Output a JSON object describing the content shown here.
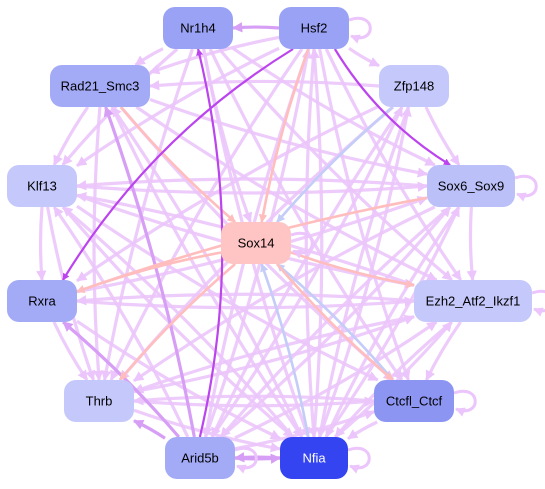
{
  "graph": {
    "nodes": [
      {
        "id": "nr1h4",
        "label": "Nr1h4",
        "color": "#9aa2f5",
        "text_color": "#000000"
      },
      {
        "id": "hsf2",
        "label": "Hsf2",
        "color": "#9aa2f5",
        "text_color": "#000000"
      },
      {
        "id": "rad21",
        "label": "Rad21_Smc3",
        "color": "#a3aaf6",
        "text_color": "#000000"
      },
      {
        "id": "zfp148",
        "label": "Zfp148",
        "color": "#c5c8fa",
        "text_color": "#000000"
      },
      {
        "id": "klf13",
        "label": "Klf13",
        "color": "#c5c8fa",
        "text_color": "#000000"
      },
      {
        "id": "sox6",
        "label": "Sox6_Sox9",
        "color": "#bcc0f9",
        "text_color": "#000000"
      },
      {
        "id": "sox14",
        "label": "Sox14",
        "color": "#ffc4c4",
        "text_color": "#000000"
      },
      {
        "id": "rxra",
        "label": "Rxra",
        "color": "#a3aaf6",
        "text_color": "#000000"
      },
      {
        "id": "ezh2",
        "label": "Ezh2_Atf2_Ikzf1",
        "color": "#c5c8fa",
        "text_color": "#000000"
      },
      {
        "id": "thrb",
        "label": "Thrb",
        "color": "#c5c8fa",
        "text_color": "#000000"
      },
      {
        "id": "ctcfl",
        "label": "Ctcfl_Ctcf",
        "color": "#8d95f3",
        "text_color": "#000000"
      },
      {
        "id": "arid5b",
        "label": "Arid5b",
        "color": "#a3aaf6",
        "text_color": "#000000"
      },
      {
        "id": "nfia",
        "label": "Nfia",
        "color": "#3344f0",
        "text_color": "#ffffff"
      }
    ],
    "edge_colors": {
      "light": "#ebc5fb",
      "medium": "#d79ef5",
      "strong": "#bb44ee",
      "pink": "#ffbdbd",
      "blue": "#c4ccf8"
    },
    "edges": [
      {
        "from": "hsf2",
        "to": "nr1h4",
        "style": "medium"
      },
      {
        "from": "hsf2",
        "to": "zfp148",
        "style": "light"
      },
      {
        "from": "hsf2",
        "to": "sox6",
        "style": "strong"
      },
      {
        "from": "hsf2",
        "to": "rxra",
        "style": "strong"
      },
      {
        "from": "hsf2",
        "to": "rad21",
        "style": "light"
      },
      {
        "from": "hsf2",
        "to": "klf13",
        "style": "light"
      },
      {
        "from": "hsf2",
        "to": "thrb",
        "style": "light"
      },
      {
        "from": "hsf2",
        "to": "arid5b",
        "style": "light"
      },
      {
        "from": "hsf2",
        "to": "nfia",
        "style": "light"
      },
      {
        "from": "hsf2",
        "to": "ctcfl",
        "style": "light"
      },
      {
        "from": "hsf2",
        "to": "ezh2",
        "style": "light"
      },
      {
        "from": "hsf2",
        "to": "sox14",
        "style": "pink"
      },
      {
        "from": "nr1h4",
        "to": "rad21",
        "style": "light"
      },
      {
        "from": "nr1h4",
        "to": "klf13",
        "style": "light"
      },
      {
        "from": "nr1h4",
        "to": "sox6",
        "style": "light"
      },
      {
        "from": "nr1h4",
        "to": "ezh2",
        "style": "light"
      },
      {
        "from": "nr1h4",
        "to": "thrb",
        "style": "light"
      },
      {
        "from": "nr1h4",
        "to": "ctcfl",
        "style": "light"
      },
      {
        "from": "nr1h4",
        "to": "nfia",
        "style": "light"
      },
      {
        "from": "nr1h4",
        "to": "sox14",
        "style": "light"
      },
      {
        "from": "arid5b",
        "to": "nr1h4",
        "style": "strong"
      },
      {
        "from": "arid5b",
        "to": "hsf2",
        "style": "light"
      },
      {
        "from": "arid5b",
        "to": "rxra",
        "style": "medium"
      },
      {
        "from": "arid5b",
        "to": "rad21",
        "style": "medium"
      },
      {
        "from": "arid5b",
        "to": "klf13",
        "style": "light"
      },
      {
        "from": "arid5b",
        "to": "zfp148",
        "style": "light"
      },
      {
        "from": "arid5b",
        "to": "sox6",
        "style": "light"
      },
      {
        "from": "arid5b",
        "to": "ezh2",
        "style": "light"
      },
      {
        "from": "arid5b",
        "to": "thrb",
        "style": "medium"
      },
      {
        "from": "arid5b",
        "to": "ctcfl",
        "style": "light"
      },
      {
        "from": "arid5b",
        "to": "nfia",
        "style": "medium"
      },
      {
        "from": "rad21",
        "to": "sox14",
        "style": "pink"
      },
      {
        "from": "rad21",
        "to": "sox6",
        "style": "light"
      },
      {
        "from": "rad21",
        "to": "ezh2",
        "style": "light"
      },
      {
        "from": "rad21",
        "to": "ctcfl",
        "style": "light"
      },
      {
        "from": "rad21",
        "to": "nfia",
        "style": "light"
      },
      {
        "from": "rad21",
        "to": "klf13",
        "style": "light"
      },
      {
        "from": "rad21",
        "to": "thrb",
        "style": "light"
      },
      {
        "from": "zfp148",
        "to": "rad21",
        "style": "light"
      },
      {
        "from": "zfp148",
        "to": "sox6",
        "style": "light"
      },
      {
        "from": "zfp148",
        "to": "rxra",
        "style": "light"
      },
      {
        "from": "zfp148",
        "to": "thrb",
        "style": "light"
      },
      {
        "from": "zfp148",
        "to": "arid5b",
        "style": "light"
      },
      {
        "from": "zfp148",
        "to": "nfia",
        "style": "light"
      },
      {
        "from": "zfp148",
        "to": "sox14",
        "style": "blue"
      },
      {
        "from": "klf13",
        "to": "sox6",
        "style": "light"
      },
      {
        "from": "klf13",
        "to": "ezh2",
        "style": "light"
      },
      {
        "from": "klf13",
        "to": "ctcfl",
        "style": "light"
      },
      {
        "from": "klf13",
        "to": "nfia",
        "style": "light"
      },
      {
        "from": "klf13",
        "to": "rxra",
        "style": "light"
      },
      {
        "from": "klf13",
        "to": "thrb",
        "style": "light"
      },
      {
        "from": "sox6",
        "to": "ezh2",
        "style": "light"
      },
      {
        "from": "sox6",
        "to": "rxra",
        "style": "pink"
      },
      {
        "from": "sox6",
        "to": "thrb",
        "style": "light"
      },
      {
        "from": "sox6",
        "to": "nfia",
        "style": "light"
      },
      {
        "from": "sox6",
        "to": "arid5b",
        "style": "light"
      },
      {
        "from": "sox6",
        "to": "klf13",
        "style": "light"
      },
      {
        "from": "sox14",
        "to": "ezh2",
        "style": "pink"
      },
      {
        "from": "sox14",
        "to": "ctcfl",
        "style": "pink"
      },
      {
        "from": "sox14",
        "to": "thrb",
        "style": "pink"
      },
      {
        "from": "sox14",
        "to": "rxra",
        "style": "pink"
      },
      {
        "from": "rxra",
        "to": "ezh2",
        "style": "light"
      },
      {
        "from": "rxra",
        "to": "thrb",
        "style": "light"
      },
      {
        "from": "rxra",
        "to": "sox6",
        "style": "light"
      },
      {
        "from": "rxra",
        "to": "nfia",
        "style": "light"
      },
      {
        "from": "ezh2",
        "to": "rxra",
        "style": "light"
      },
      {
        "from": "ezh2",
        "to": "thrb",
        "style": "light"
      },
      {
        "from": "ezh2",
        "to": "nfia",
        "style": "light"
      },
      {
        "from": "ezh2",
        "to": "ctcfl",
        "style": "light"
      },
      {
        "from": "ezh2",
        "to": "klf13",
        "style": "light"
      },
      {
        "from": "thrb",
        "to": "nfia",
        "style": "light"
      },
      {
        "from": "thrb",
        "to": "ctcfl",
        "style": "light"
      },
      {
        "from": "thrb",
        "to": "ezh2",
        "style": "light"
      },
      {
        "from": "ctcfl",
        "to": "sox14",
        "style": "blue"
      },
      {
        "from": "ctcfl",
        "to": "nfia",
        "style": "light"
      },
      {
        "from": "ctcfl",
        "to": "thrb",
        "style": "light"
      },
      {
        "from": "nfia",
        "to": "sox14",
        "style": "blue"
      },
      {
        "from": "nfia",
        "to": "klf13",
        "style": "light"
      },
      {
        "from": "nfia",
        "to": "rad21",
        "style": "light"
      },
      {
        "from": "nfia",
        "to": "zfp148",
        "style": "light"
      },
      {
        "from": "nfia",
        "to": "sox6",
        "style": "light"
      },
      {
        "from": "nfia",
        "to": "ezh2",
        "style": "light"
      },
      {
        "from": "nfia",
        "to": "hsf2",
        "style": "light"
      },
      {
        "from": "nfia",
        "to": "arid5b",
        "style": "medium"
      }
    ],
    "self_loops": [
      "hsf2",
      "sox6",
      "ezh2",
      "ctcfl",
      "arid5b",
      "nfia",
      "sox14"
    ]
  }
}
